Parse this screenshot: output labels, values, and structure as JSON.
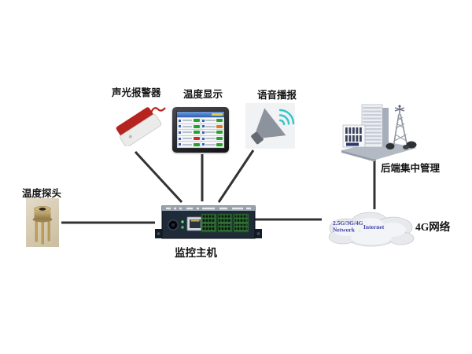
{
  "diagram": {
    "nodes": {
      "probe": {
        "label": "温度探头",
        "icon": "temperature-sensor-icon"
      },
      "alarm": {
        "label": "声光报警器",
        "icon": "strobe-siren-icon"
      },
      "display": {
        "label": "温度显示",
        "icon": "touch-screen-icon",
        "screen_status": [
          [
            "green",
            "green"
          ],
          [
            "green",
            "orange"
          ],
          [
            "green",
            "green"
          ],
          [
            "red",
            "green"
          ],
          [
            "green",
            "green"
          ]
        ]
      },
      "voice": {
        "label": "语音播报",
        "icon": "speaker-wifi-icon"
      },
      "host": {
        "label": "监控主机",
        "icon": "monitoring-host-icon"
      },
      "backend": {
        "label": "后端集中管理",
        "icon": "building-tower-icon"
      },
      "network": {
        "label": "4G网络",
        "icon": "cloud-icon",
        "cloud_line1": "2.5G/3G/4G",
        "cloud_line2": "Network",
        "cloud_center": "Internet"
      }
    },
    "colors": {
      "line": "#333333",
      "alarm-red": "#b5241f",
      "wifi-teal": "#35c4c9",
      "speaker-gray": "#8d939c",
      "terminal-green": "#2e6f34",
      "device-body": "#1f2b38",
      "screen-header": "#2f5fae",
      "cloud-blue": "#3f43a8",
      "status-green": "#27a22b",
      "status-red": "#cf2b20",
      "status-orange": "#e07a1e"
    }
  }
}
